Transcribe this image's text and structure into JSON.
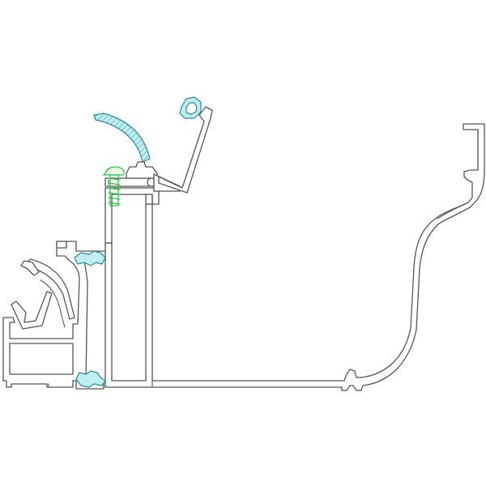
{
  "drawing": {
    "kind": "aluminium-profile-cross-section",
    "colors": {
      "profile_stroke": "#555555",
      "background": "#ffffff",
      "gasket_fill": "#bfeef0",
      "gasket_stroke": "#2a8c95",
      "screw_stroke": "#22c93a"
    },
    "parts": [
      "left-frame-profile",
      "glazing-bead",
      "mullion-tube",
      "top-gasket",
      "hinged-arm",
      "end-cap-gasket",
      "fixing-screw",
      "base-sill-profile",
      "gutter-channel",
      "upper-thermal-gasket",
      "lower-thermal-gasket"
    ]
  }
}
